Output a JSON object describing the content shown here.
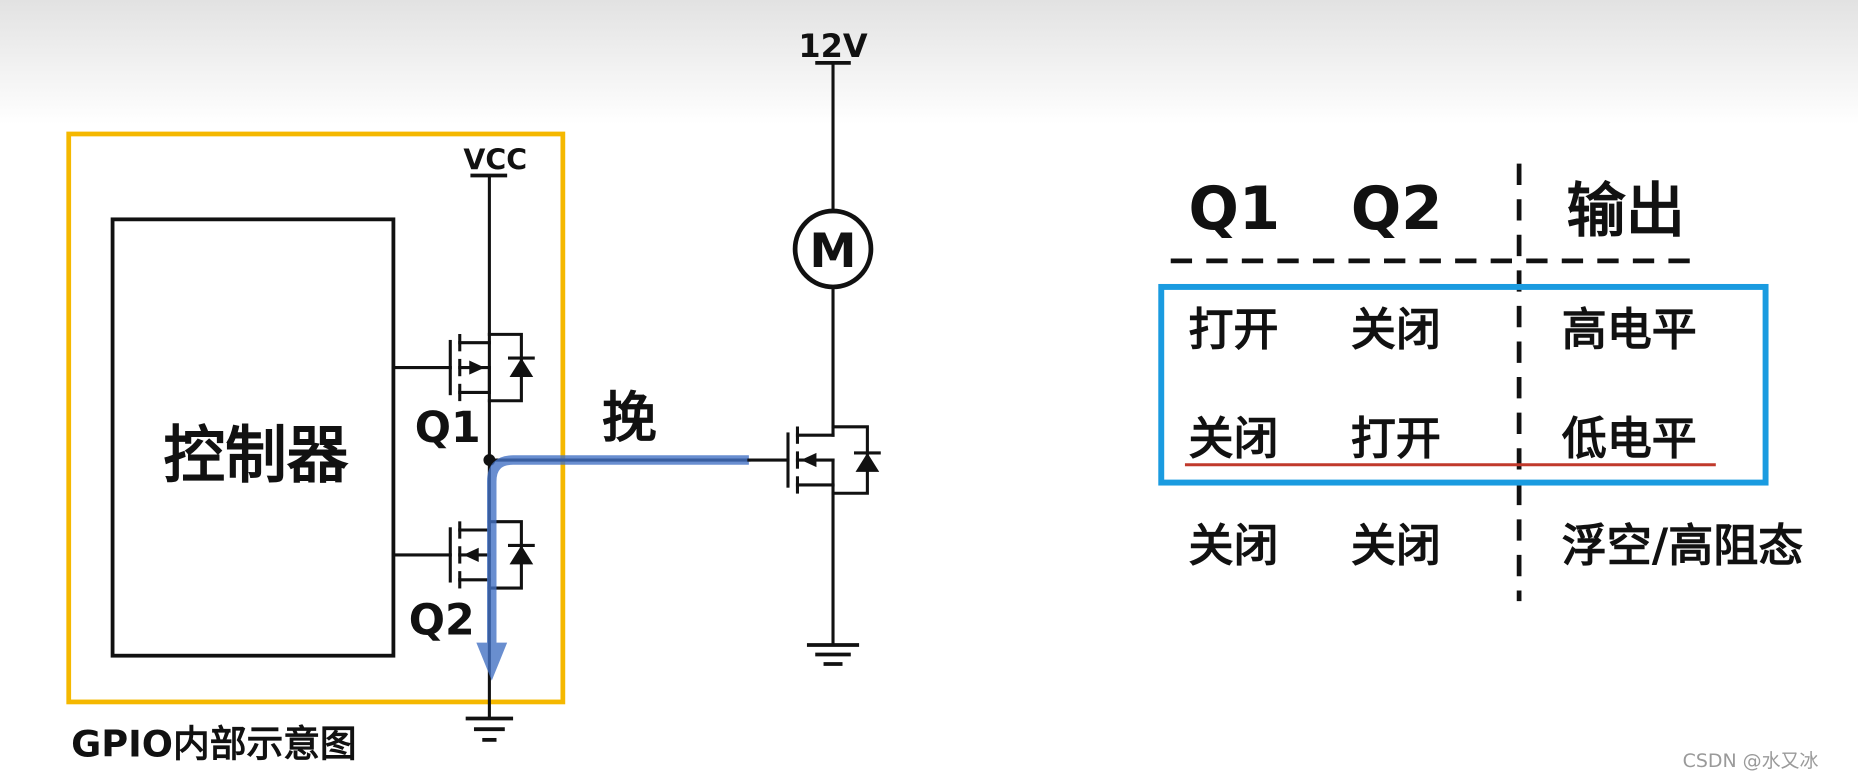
{
  "gpio": {
    "box_label": "GPIO内部示意图",
    "controller_label": "控制器",
    "vcc_label": "VCC",
    "q1_label": "Q1",
    "q2_label": "Q2",
    "pull_label": "挽"
  },
  "load": {
    "supply_label": "12V",
    "motor_label": "M"
  },
  "truth_table": {
    "headers": [
      "Q1",
      "Q2",
      "输出"
    ],
    "rows": [
      [
        "打开",
        "关闭",
        "高电平"
      ],
      [
        "关闭",
        "打开",
        "低电平"
      ],
      [
        "关闭",
        "关闭",
        "浮空/高阻态"
      ]
    ]
  },
  "watermark": "CSDN @水又冰",
  "colors": {
    "gpio_box": "#f5b800",
    "highlight_box": "#1a9be0",
    "current_path": "#4472c4",
    "underline": "#c0392b",
    "pull_label": "#4472c4"
  }
}
